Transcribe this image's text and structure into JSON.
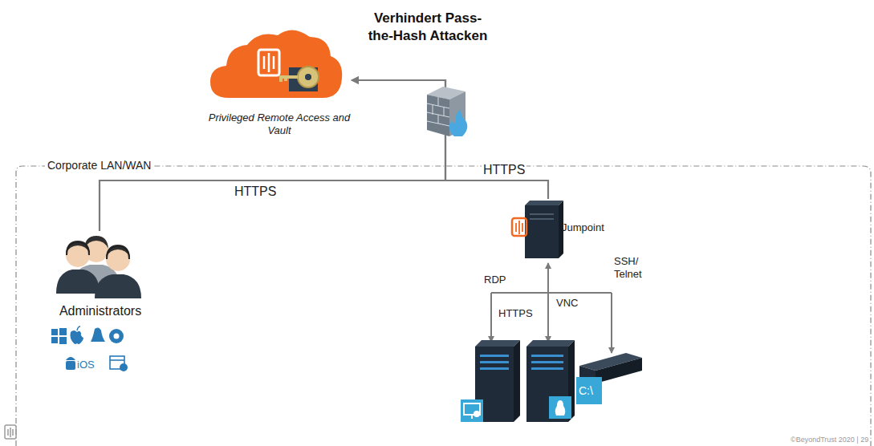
{
  "diagram": {
    "title": "Verhindert Pass-the-Hash Attacken",
    "nodes": [
      {
        "text": [
          "Privileged Remote Access and Vault"
        ]
      },
      {
        "text": [
          "Administrators"
        ]
      },
      {
        "text": [
          "Jumpoint"
        ]
      }
    ],
    "edges": [
      {
        "from": 1,
        "to": 0,
        "arrow": "to",
        "label": "HTTPS"
      },
      {
        "from": 2,
        "to": 0,
        "arrow": "to",
        "label": "HTTPS"
      }
    ],
    "labels": [
      "Corporate LAN/WAN",
      "RDP",
      "HTTPS",
      "VNC",
      "SSH/ Telnet",
      "C:\\",
      "iOS",
      "©BeyondTrust 2020 | 29"
    ]
  }
}
